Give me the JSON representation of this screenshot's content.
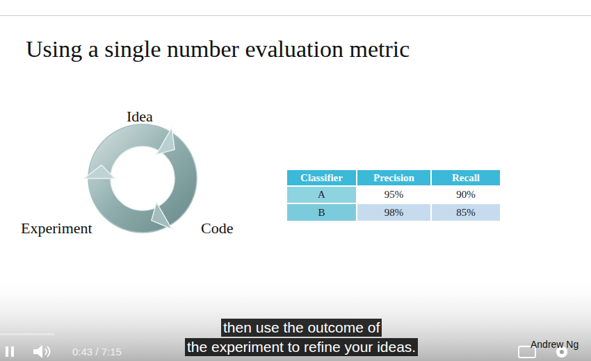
{
  "diagram": {
    "title": "Using a single number evaluation metric",
    "labels": [
      "Idea",
      "Experiment",
      "Code",
      "Classifier",
      "Precision",
      "Recall",
      "A",
      "95%",
      "90%",
      "B",
      "98%",
      "85%",
      "then use the outcome of",
      "the experiment to refine your ideas.",
      "0:43 / 7:15",
      "Andrew Ng"
    ]
  }
}
